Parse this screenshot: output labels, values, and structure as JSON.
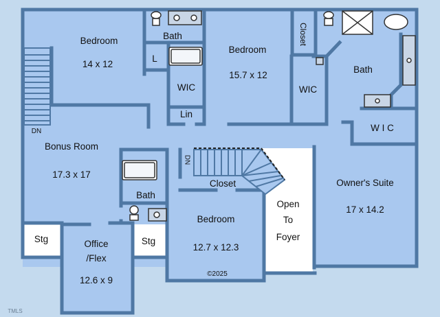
{
  "colors": {
    "background": "#c4daee",
    "floor": "#a9c8ef",
    "wall": "#4f78a4",
    "stair_fill": "#ffffff"
  },
  "rooms": {
    "bedroom_nw": {
      "name": "Bedroom",
      "size": "14 x 12"
    },
    "bath_top": {
      "name": "Bath"
    },
    "linen_l": {
      "name": "L"
    },
    "wic_mid": {
      "name": "WIC"
    },
    "lin": {
      "name": "Lin"
    },
    "bedroom_center": {
      "name": "Bedroom",
      "size": "15.7 x 12"
    },
    "closet_top": {
      "name": "Closet"
    },
    "wic_right": {
      "name": "WIC"
    },
    "owners_bath": {
      "name": "Bath"
    },
    "owners_wic": {
      "name": "W I C"
    },
    "bonus_room": {
      "name": "Bonus Room",
      "size": "17.3 x 17"
    },
    "bath_mid": {
      "name": "Bath"
    },
    "closet_mid": {
      "name": "Closet"
    },
    "owners_suite": {
      "name": "Owner's Suite",
      "size": "17 x 14.2"
    },
    "open_to_foyer": {
      "lines": [
        "Open",
        "To",
        "Foyer"
      ]
    },
    "bedroom_south": {
      "name": "Bedroom",
      "size": "12.7 x 12.3"
    },
    "office": {
      "name": "Office",
      "name2": "/Flex",
      "size": "12.6 x 9"
    },
    "storage_left": {
      "name": "Stg"
    },
    "storage_right": {
      "name": "Stg"
    }
  },
  "stairs": {
    "down_left": "DN",
    "down_center": "DN"
  },
  "copyright": "©2025",
  "watermark": "TMLS"
}
